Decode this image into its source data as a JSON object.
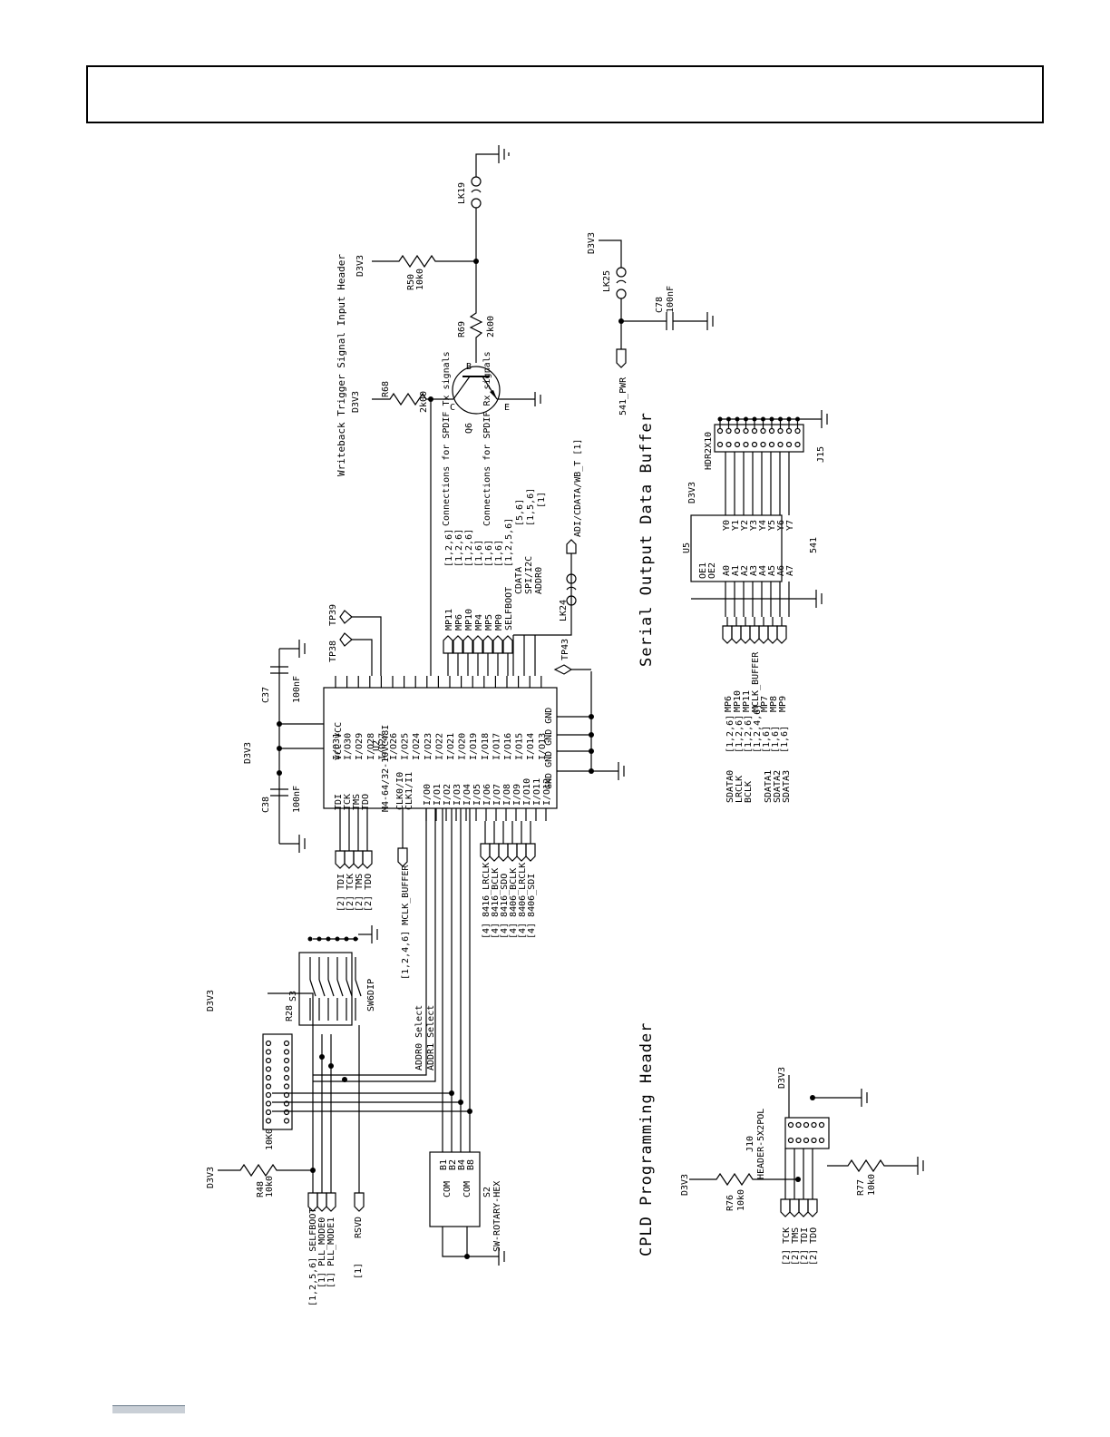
{
  "header": {
    "text": ""
  },
  "sections": {
    "writeback": "Writeback Trigger Signal Input Header",
    "serial_buffer": "Serial Output Data Buffer",
    "cpld_prog": "CPLD Programming Header",
    "spdif_tx": "Connections for SPDIF Tx signals",
    "spdif_rx": "Connections for SPDIF Rx signals"
  },
  "u2": {
    "ref": "U2",
    "part": "M4-64/32-10VC48I",
    "vcc": "VCC VCC",
    "gnd": "GND GND GND GND",
    "io_left": [
      "I/O0",
      "I/O1",
      "I/O2",
      "I/O3",
      "I/O4",
      "I/O5",
      "I/O6",
      "I/O7",
      "I/O8",
      "I/O9",
      "I/O10",
      "I/O11",
      "I/O12"
    ],
    "io_right": [
      "I/O31",
      "I/O30",
      "I/O29",
      "I/O28",
      "I/O27",
      "I/O26",
      "I/O25",
      "I/O24",
      "I/O23",
      "I/O22",
      "I/O21",
      "I/O20",
      "I/O19",
      "I/O18",
      "I/O17",
      "I/O16",
      "I/O15",
      "I/O14",
      "I/O13"
    ],
    "jtag": [
      "TDI",
      "TCK",
      "TMS",
      "TDO"
    ],
    "clk": [
      "CLK0/I0",
      "CLK1/I1"
    ]
  },
  "u5": {
    "ref": "U5",
    "part": "541",
    "inputs": [
      "A0",
      "A1",
      "A2",
      "A3",
      "A4",
      "A5",
      "A6",
      "A7"
    ],
    "outputs": [
      "Y0",
      "Y1",
      "Y2",
      "Y3",
      "Y4",
      "Y5",
      "Y6",
      "Y7"
    ],
    "oe": [
      "OE1",
      "OE2"
    ]
  },
  "j15": {
    "ref": "J15",
    "part": "HDR2X10"
  },
  "j10": {
    "ref": "J10",
    "part": "HEADER-5X2POL"
  },
  "s2": {
    "ref": "S2",
    "part": "SW-ROTARY-HEX",
    "pins": [
      "B1",
      "B2",
      "B4",
      "B8"
    ],
    "com": "COM"
  },
  "s3": {
    "ref": "S3",
    "part": "SW6DIP"
  },
  "r28": {
    "ref": "R28",
    "value": "10K0"
  },
  "resistors": [
    {
      "ref": "R50",
      "value": "10k0"
    },
    {
      "ref": "R69",
      "value": "2k00"
    },
    {
      "ref": "R68",
      "value": "2k00"
    },
    {
      "ref": "R48",
      "value": "10k0"
    },
    {
      "ref": "R76",
      "value": "10k0"
    },
    {
      "ref": "R77",
      "value": "10k0"
    }
  ],
  "caps": [
    {
      "ref": "C37",
      "value": "100nF"
    },
    {
      "ref": "C38",
      "value": "100nF"
    },
    {
      "ref": "C78",
      "value": "100nF"
    }
  ],
  "links": [
    "LK19",
    "LK25",
    "LK24"
  ],
  "transistor": {
    "ref": "Q6",
    "pins": [
      "C",
      "B",
      "E"
    ]
  },
  "testpoints": [
    "TP38",
    "TP39",
    "TP43"
  ],
  "power": "D3V3",
  "nets": {
    "top_right": [
      "541_PWR"
    ],
    "mp_left": [
      "MP11",
      "MP6",
      "MP10",
      "MP4",
      "MP5",
      "MP0",
      "SELFBOOT"
    ],
    "mp_refs": [
      "[1,2,6]",
      "[1,2,6]",
      "[1,2,6]",
      "[1,6]",
      "[1,6]",
      "[1,6]",
      "[1,2,5,6]"
    ],
    "codec": [
      "CDATA",
      "SPI/I2C",
      "ADDR0"
    ],
    "codec_refs": [
      "[5,6]",
      "[1,5,6]",
      "[1]"
    ],
    "adi": "ADI/CDATA/WB_T [1]",
    "jtag_nets": [
      "[2] TDI",
      "[2] TCK",
      "[2] TMS",
      "[2] TDO"
    ],
    "mclk": "[1,2,4,6] MCLK_BUFFER",
    "spdif": [
      "[4] 8416_LRCLK",
      "[4] 8416_BCLK",
      "[4] 8416_SDO",
      "[4] 8406_BCLK",
      "[4] 8406_LRCLK",
      "[4] 8406_SDI"
    ],
    "boot": [
      "[1,2,5,6] SELFBOOT",
      "[1] PLL_MODE0",
      "[1] PLL_MODE1"
    ],
    "rsvd": "RSVD",
    "rsvd_ref": "[1]",
    "addr_sel": [
      "ADDR0 Select",
      "ADDR1 Select"
    ],
    "buf_in": [
      "MP6",
      "MP10",
      "MP11",
      "MCLK_BUFFER",
      "MP7",
      "MP8",
      "MP9"
    ],
    "serial": [
      "SDATA0",
      "LRCLK",
      "BCLK",
      "SDATA1",
      "SDATA2",
      "SDATA3"
    ],
    "serial_refs": [
      "[1,2,6]",
      "[1,2,6]",
      "[1,2,6]",
      "[1,2,4,6]",
      "[1,6]",
      "[1,6]",
      "[1,6]"
    ],
    "prog": [
      "[2] TCK",
      "[2] TMS",
      "[2] TDI",
      "[2] TDO"
    ]
  }
}
